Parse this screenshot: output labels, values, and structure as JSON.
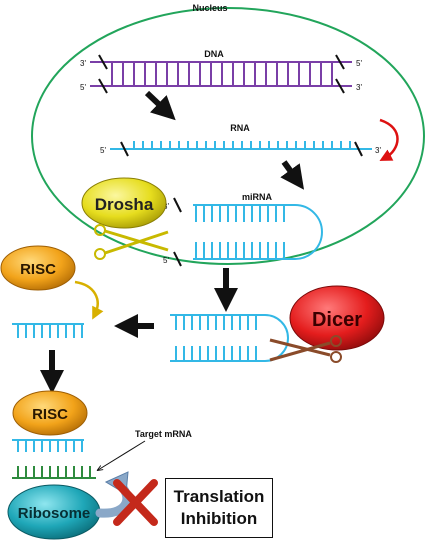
{
  "nucleus_label": "Nucleus",
  "dna": {
    "label": "DNA",
    "end_top_left": "3'",
    "end_top_right": "5'",
    "end_bottom_left": "5'",
    "end_bottom_right": "3'"
  },
  "rna": {
    "label": "RNA",
    "end_left": "5'",
    "end_right": "3'"
  },
  "mirna": {
    "label": "miRNA",
    "end_top": "3'",
    "end_bottom": "5'"
  },
  "enzymes": {
    "drosha": "Drosha",
    "dicer": "Dicer",
    "risc_top": "RISC",
    "risc_bottom": "RISC",
    "ribosome": "Ribosome"
  },
  "target_mrna_label": "Target mRNA",
  "translation_inhibition": {
    "line1": "Translation",
    "line2": "Inhibition"
  },
  "colors": {
    "nucleus_border": "#22a55b",
    "dna": "#7a3fa7",
    "rna": "#33b8e6",
    "target_mrna": "#2e8b3e",
    "drosha": "#e6dd1e",
    "dicer": "#e41d1d",
    "risc": "#f2a31a",
    "ribosome": "#1fa7b8",
    "inhibit_x": "#c4291b",
    "arrow": "#111111"
  }
}
